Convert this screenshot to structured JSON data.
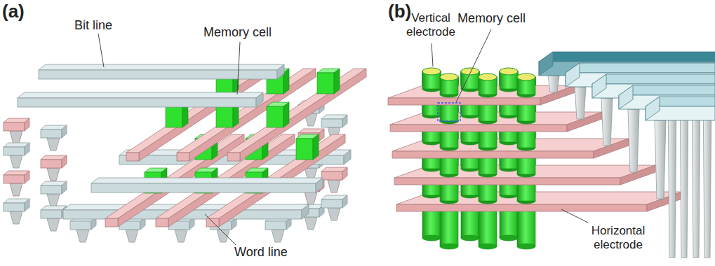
{
  "diagram": {
    "labels": [
      "(a)",
      "Bit line",
      "Memory cell",
      "Word line",
      "(b)",
      "Vertical electrode",
      "Memory cell",
      "Horizontal electrode"
    ]
  }
}
